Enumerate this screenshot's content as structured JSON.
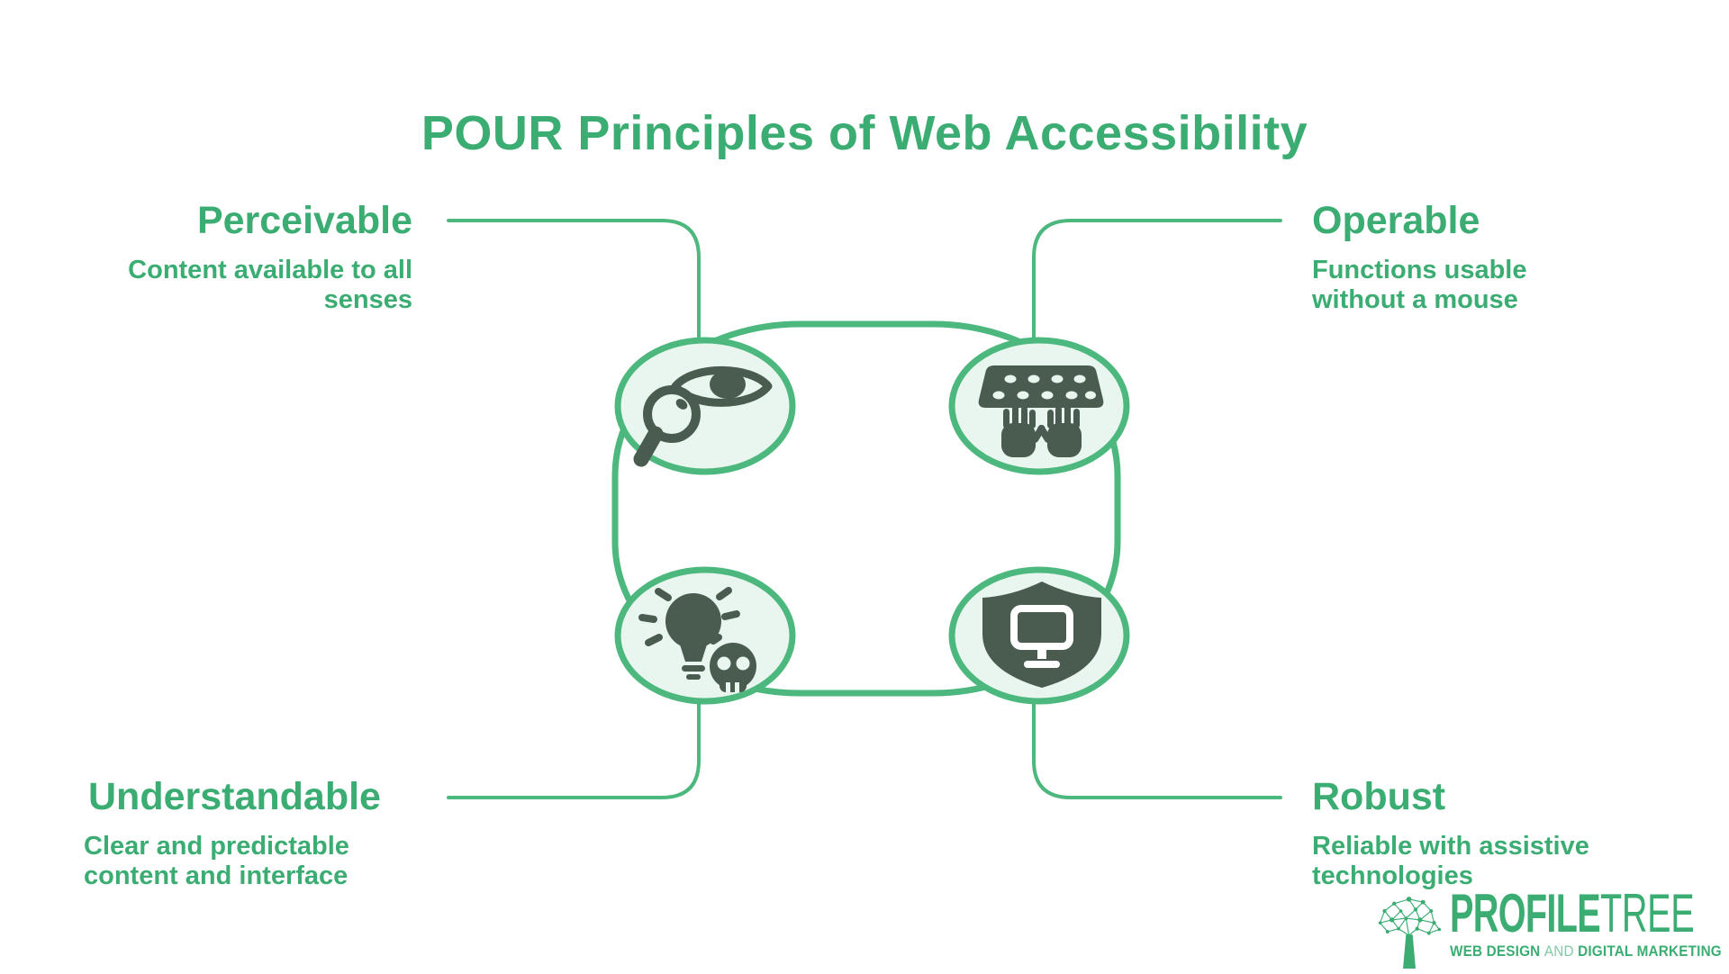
{
  "title": "POUR Principles of Web Accessibility",
  "principles": [
    {
      "label": "Perceivable",
      "desc_line1": "Content available to all",
      "desc_line2": "senses",
      "icon": "eye-magnifier-icon"
    },
    {
      "label": "Operable",
      "desc_line1": "Functions usable",
      "desc_line2": "without a mouse",
      "icon": "keyboard-hands-icon"
    },
    {
      "label": "Understandable",
      "desc_line1": "Clear and predictable",
      "desc_line2": "content and interface",
      "icon": "lightbulb-skull-icon"
    },
    {
      "label": "Robust",
      "desc_line1": "Reliable with assistive",
      "desc_line2": "technologies",
      "icon": "shield-monitor-icon"
    }
  ],
  "logo": {
    "brand_primary": "PROFILE",
    "brand_secondary": "TREE",
    "tagline_lead": "WEB DESIGN",
    "tagline_mid": "AND",
    "tagline_tail": "DIGITAL MARKETING"
  },
  "colors": {
    "text_green": "#3bad73",
    "line_green": "#4db87e",
    "node_fill": "#e9f6ef",
    "icon_dark": "#4a5c50"
  }
}
